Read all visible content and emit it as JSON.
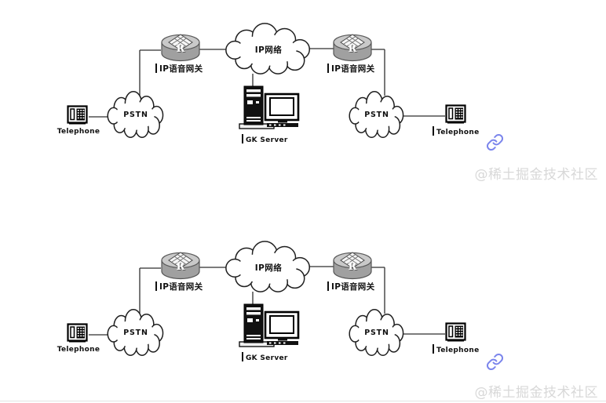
{
  "colors": {
    "background": "#ffffff",
    "connector": "#2f2f2f",
    "router_body": "#a0a0a0",
    "router_top": "#c9c9c9",
    "link_icon": "#7b85ec",
    "watermark": "#d8d8d8"
  },
  "watermark": {
    "text": "@稀土掘金技术社区"
  },
  "diagrams": [
    {
      "telephone_left": "Telephone",
      "pstn_left": "PSTN",
      "gateway_left": "IP语音网关",
      "router_letter_left": "R",
      "ip_network": "IP网络",
      "gk_server": "GK Server",
      "router_letter_right": "R",
      "gateway_right": "IP语音网关",
      "pstn_right": "PSTN",
      "telephone_right": "Telephone"
    },
    {
      "telephone_left": "Telephone",
      "pstn_left": "PSTN",
      "gateway_left": "IP语音网关",
      "router_letter_left": "R",
      "ip_network": "IP网络",
      "gk_server": "GK Server",
      "router_letter_right": "R",
      "gateway_right": "IP语音网关",
      "pstn_right": "PSTN",
      "telephone_right": "Telephone"
    }
  ]
}
